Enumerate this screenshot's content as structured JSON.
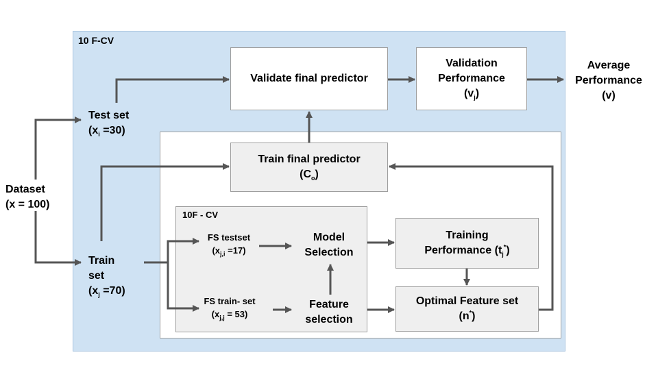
{
  "regions": {
    "outer_label": "10 F-CV",
    "cv_label": "10F - CV"
  },
  "nodes": {
    "dataset": {
      "line1": "Dataset",
      "line2": "(x = 100)"
    },
    "test_set": {
      "line1": "Test set",
      "pre": "(x",
      "sub": "i",
      "post": " =30)"
    },
    "train_set": {
      "line1": "Train",
      "line2": "set",
      "pre": "(x",
      "sub": "j",
      "post": " =70)"
    },
    "validate": {
      "label": "Validate final predictor"
    },
    "validation_perf": {
      "line1": "Validation",
      "line2": "Performance",
      "pre": "(v",
      "sub": "j",
      "post": ")"
    },
    "average_perf": {
      "line1": "Average",
      "line2": "Performance",
      "line3": "(v)"
    },
    "train_final": {
      "line1": "Train final predictor",
      "pre": "(C",
      "sub": "o",
      "post": ")"
    },
    "fs_testset": {
      "line1": "FS testset",
      "pre": "(x",
      "sub": "j,i",
      "post": " =17)"
    },
    "fs_trainset": {
      "line1": "FS train- set",
      "pre": "(x",
      "sub": "j,j",
      "post": " = 53)"
    },
    "model_selection": {
      "line1": "Model",
      "line2": "Selection"
    },
    "feature_selection": {
      "line1": "Feature",
      "line2": "selection"
    },
    "training_perf": {
      "line1": "Training",
      "pre": "Performance (t",
      "sub": "j",
      "sup": "*",
      "post": ")"
    },
    "optimal_fs": {
      "line1": "Optimal Feature set",
      "pre": "(n",
      "sup": "*",
      "post": ")"
    }
  }
}
